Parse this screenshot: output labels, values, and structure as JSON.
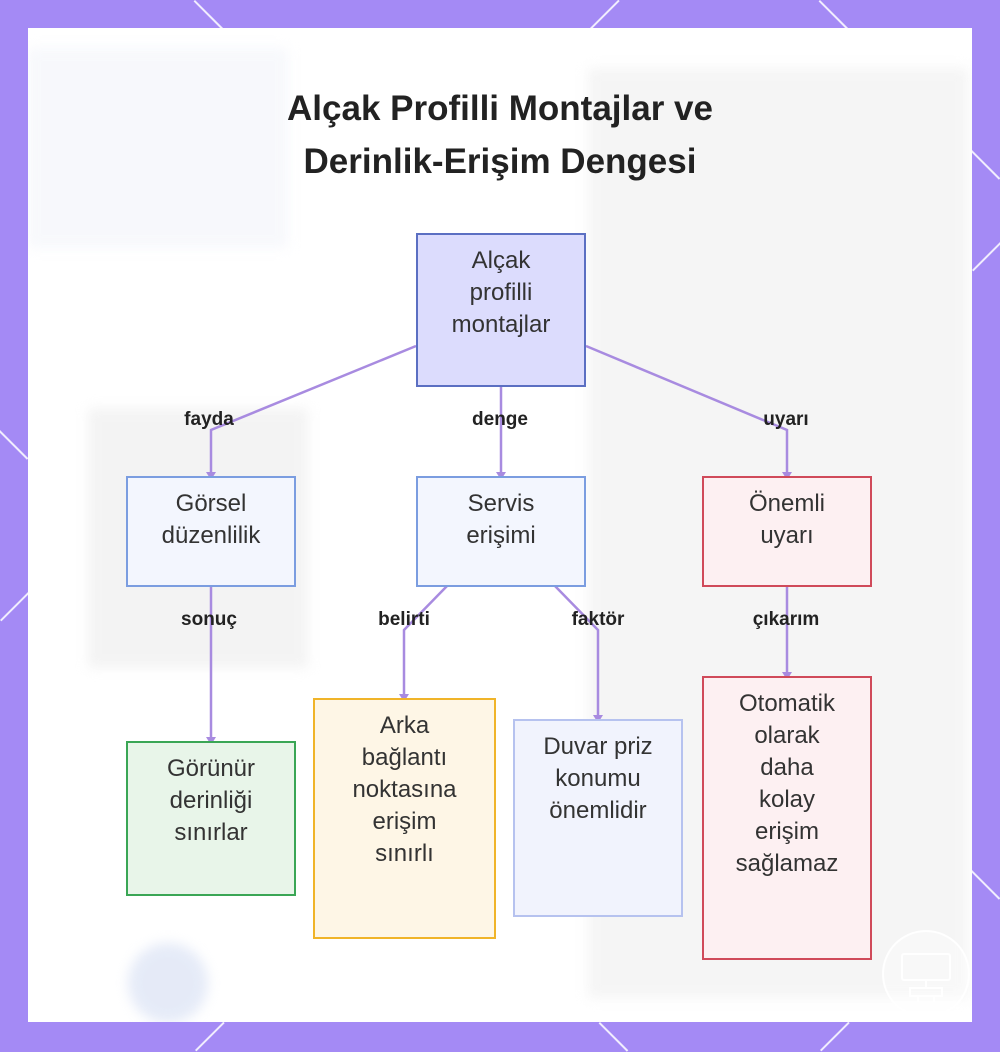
{
  "title": {
    "line1": "Alçak Profilli Montajlar ve",
    "line2": "Derinlik-Erişim Dengesi"
  },
  "nodes": {
    "root": [
      "Alçak",
      "profilli",
      "montajlar"
    ],
    "visual": [
      "Görsel",
      "düzenlilik"
    ],
    "service": [
      "Servis",
      "erişimi"
    ],
    "warning": [
      "Önemli",
      "uyarı"
    ],
    "depth": [
      "Görünür",
      "derinliği",
      "sınırlar"
    ],
    "rear": [
      "Arka",
      "bağlantı",
      "noktasına",
      "erişim",
      "sınırlı"
    ],
    "outlet": [
      "Duvar priz",
      "konumu",
      "önemlidir"
    ],
    "auto": [
      "Otomatik",
      "olarak",
      "daha",
      "kolay",
      "erişim",
      "sağlamaz"
    ]
  },
  "edges": {
    "fayda": "fayda",
    "denge": "denge",
    "uyari": "uyarı",
    "sonuc": "sonuç",
    "belirti": "belirti",
    "faktor": "faktör",
    "cikarim": "çıkarım"
  },
  "colors": {
    "frame": "#a48af5",
    "connector": "#a88be0",
    "root_fill": "#dcdcfd",
    "root_border": "#5b6fc2",
    "blue_fill": "#f3f6fe",
    "blue_border": "#7b9de0",
    "red_fill": "#fdf0f2",
    "red_border": "#d04a5a",
    "green_fill": "#e8f5e9",
    "green_border": "#3aa655",
    "orange_fill": "#fef6e6",
    "orange_border": "#f0b429",
    "lav_fill": "#f1f3fd",
    "lav_border": "#b6c2ef"
  },
  "icons": [
    "tv-stand-icon"
  ]
}
